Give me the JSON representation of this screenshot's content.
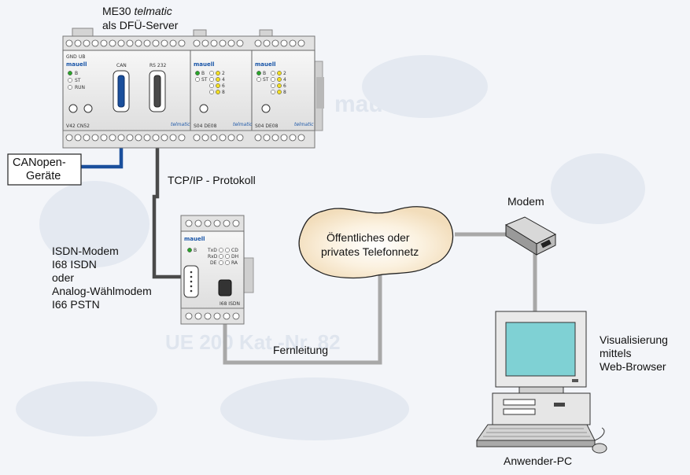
{
  "server": {
    "title_line1_prefix": "ME30",
    "title_line1_italic": "telmatic",
    "title_line2": "als DFÜ-Server",
    "brand": "mauell",
    "brand_tel": "telmatic",
    "module1": {
      "gnd": "GND",
      "ub": "UB",
      "led_b": "B",
      "led_st": "ST",
      "led_run": "RUN",
      "port_can": "CAN",
      "port_rs232": "RS 232",
      "model": "V42 CN52"
    },
    "module2": {
      "led_b": "B",
      "led_st": "ST",
      "model": "S04 DE08",
      "led_nums": [
        "2",
        "4",
        "6",
        "8"
      ]
    },
    "module3": {
      "led_b": "B",
      "led_st": "ST",
      "model": "S04 DE08",
      "led_nums": [
        "2",
        "4",
        "6",
        "8"
      ]
    }
  },
  "canopen": {
    "line1": "CANopen-",
    "line2": "Geräte"
  },
  "protocol_label": "TCP/IP - Protokoll",
  "isdn_device": {
    "brand": "mauell",
    "led_b": "B",
    "txd": "TxD",
    "rxd": "RxD",
    "de": "DE",
    "cd": "CD",
    "dh": "DH",
    "ra": "RA",
    "model": "I68 ISDN"
  },
  "isdn_label": {
    "line1": "ISDN-Modem",
    "line2": "I68 ISDN",
    "line3": "oder",
    "line4": "Analog-Wählmodem",
    "line5": "I66 PSTN"
  },
  "cloud": {
    "line1": "Öffentliches oder",
    "line2": "privates Telefonnetz"
  },
  "modem_label": "Modem",
  "fernleitung_label": "Fernleitung",
  "visual_label": {
    "line1": "Visualisierung",
    "line2": "mittels",
    "line3": "Web-Browser"
  },
  "pc_label": "Anwender-PC",
  "watermarks": {
    "brand": "mauell",
    "code": "UE 200 Kat.-Nr. 82"
  },
  "colors": {
    "can_cable": "#1a4f9c",
    "tcp_cable": "#4a4a4a",
    "phone_line": "#a8a8a8",
    "device_body": "#ececec",
    "led_green": "#2aa52a",
    "led_yellow": "#f2de22",
    "cloud_fill": "#f6e7cd",
    "monitor_screen": "#7fd1d4"
  }
}
